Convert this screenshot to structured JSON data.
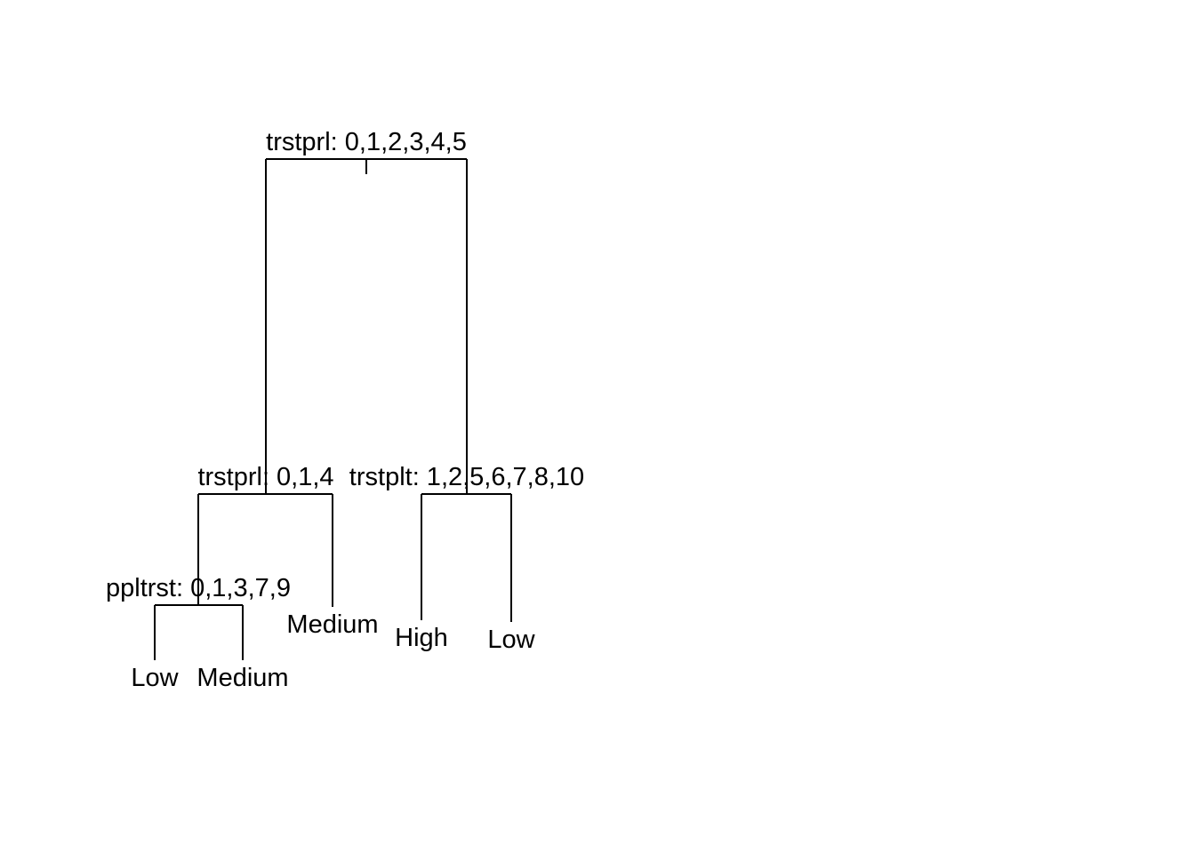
{
  "tree": {
    "root": {
      "split_label": "trstprl: 0,1,2,3,4,5",
      "left": {
        "split_label": "trstprl: 0,1,4",
        "left": {
          "split_label": "ppltrst: 0,1,3,7,9",
          "left_leaf": "Low",
          "right_leaf": "Medium"
        },
        "right_leaf": "Medium"
      },
      "right": {
        "split_label": "trstplt: 1,2,5,6,7,8,10",
        "left_leaf": "High",
        "right_leaf": "Low"
      }
    }
  }
}
